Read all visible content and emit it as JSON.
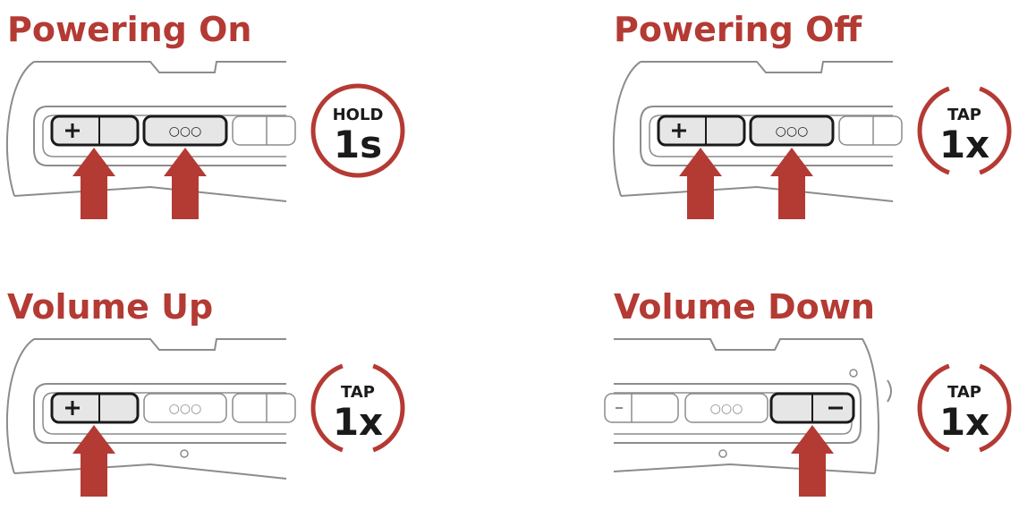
{
  "colors": {
    "accent": "#b43a34",
    "outline": "#1a1a1a",
    "light_outline": "#8c8c8c",
    "button_fill": "#e6e6e6"
  },
  "panels": [
    {
      "id": "powering-on",
      "title": "Powering On",
      "side": "left",
      "pressed": [
        "plus",
        "center"
      ],
      "badge": {
        "word": "HOLD",
        "number": "1s",
        "style": "solid"
      },
      "center_label": "○○○"
    },
    {
      "id": "powering-off",
      "title": "Powering Off",
      "side": "left",
      "pressed": [
        "plus",
        "center"
      ],
      "badge": {
        "word": "TAP",
        "number": "1x",
        "style": "split"
      },
      "center_label": "○○○"
    },
    {
      "id": "volume-up",
      "title": "Volume Up",
      "side": "left",
      "pressed": [
        "plus"
      ],
      "badge": {
        "word": "TAP",
        "number": "1x",
        "style": "split"
      },
      "center_label": "○○○"
    },
    {
      "id": "volume-down",
      "title": "Volume Down",
      "side": "right",
      "pressed": [
        "minus"
      ],
      "badge": {
        "word": "TAP",
        "number": "1x",
        "style": "split"
      },
      "center_label": "○○○"
    }
  ]
}
